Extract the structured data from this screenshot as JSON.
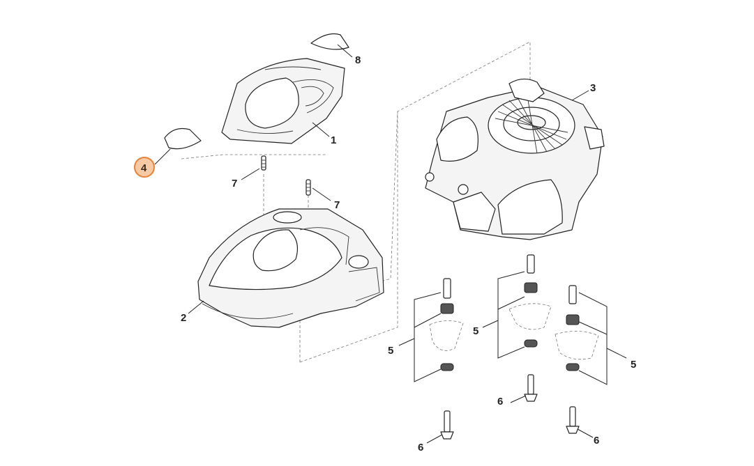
{
  "callouts": {
    "part_1": "1",
    "part_2": "2",
    "part_3": "3",
    "part_4": "4",
    "part_5_left": "5",
    "part_5_middle": "5",
    "part_5_right": "5",
    "part_6_left": "6",
    "part_6_middle": "6",
    "part_6_right": "6",
    "part_7_upper": "7",
    "part_7_lower": "7",
    "part_8": "8"
  },
  "highlight": {
    "selected_part": "4",
    "fill_color": "#f7c9a4",
    "stroke_color": "#e8823a"
  }
}
